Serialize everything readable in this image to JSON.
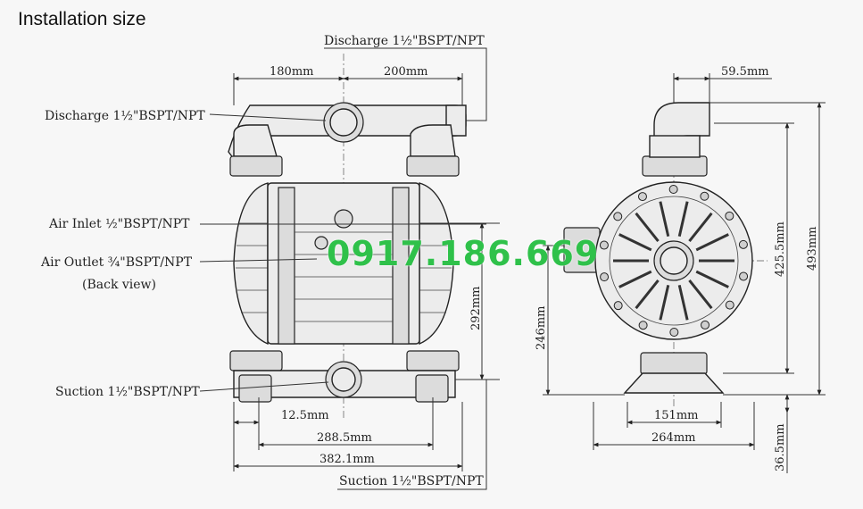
{
  "title": "Installation size",
  "watermark": "0917.186.669",
  "labels": {
    "discharge_top": "Discharge 1½\"BSPT/NPT",
    "discharge_left": "Discharge 1½\"BSPT/NPT",
    "air_inlet": "Air Inlet ½\"BSPT/NPT",
    "air_outlet": "Air Outlet ¾\"BSPT/NPT",
    "back_view": "(Back view)",
    "suction_left": "Suction 1½\"BSPT/NPT",
    "suction_bottom": "Suction 1½\"BSPT/NPT"
  },
  "dimensions": {
    "front_left_width": "180mm",
    "front_right_width": "200mm",
    "front_height_inlet": "292mm",
    "front_12_5": "12.5mm",
    "front_288_5": "288.5mm",
    "front_382_1": "382.1mm",
    "side_59_5": "59.5mm",
    "side_425_5": "425.5mm",
    "side_493": "493mm",
    "side_246": "246mm",
    "side_151": "151mm",
    "side_264": "264mm",
    "side_36_5": "36.5mm"
  },
  "colors": {
    "watermark": "#2fc14a",
    "line": "#222222",
    "fill": "#ececec"
  }
}
